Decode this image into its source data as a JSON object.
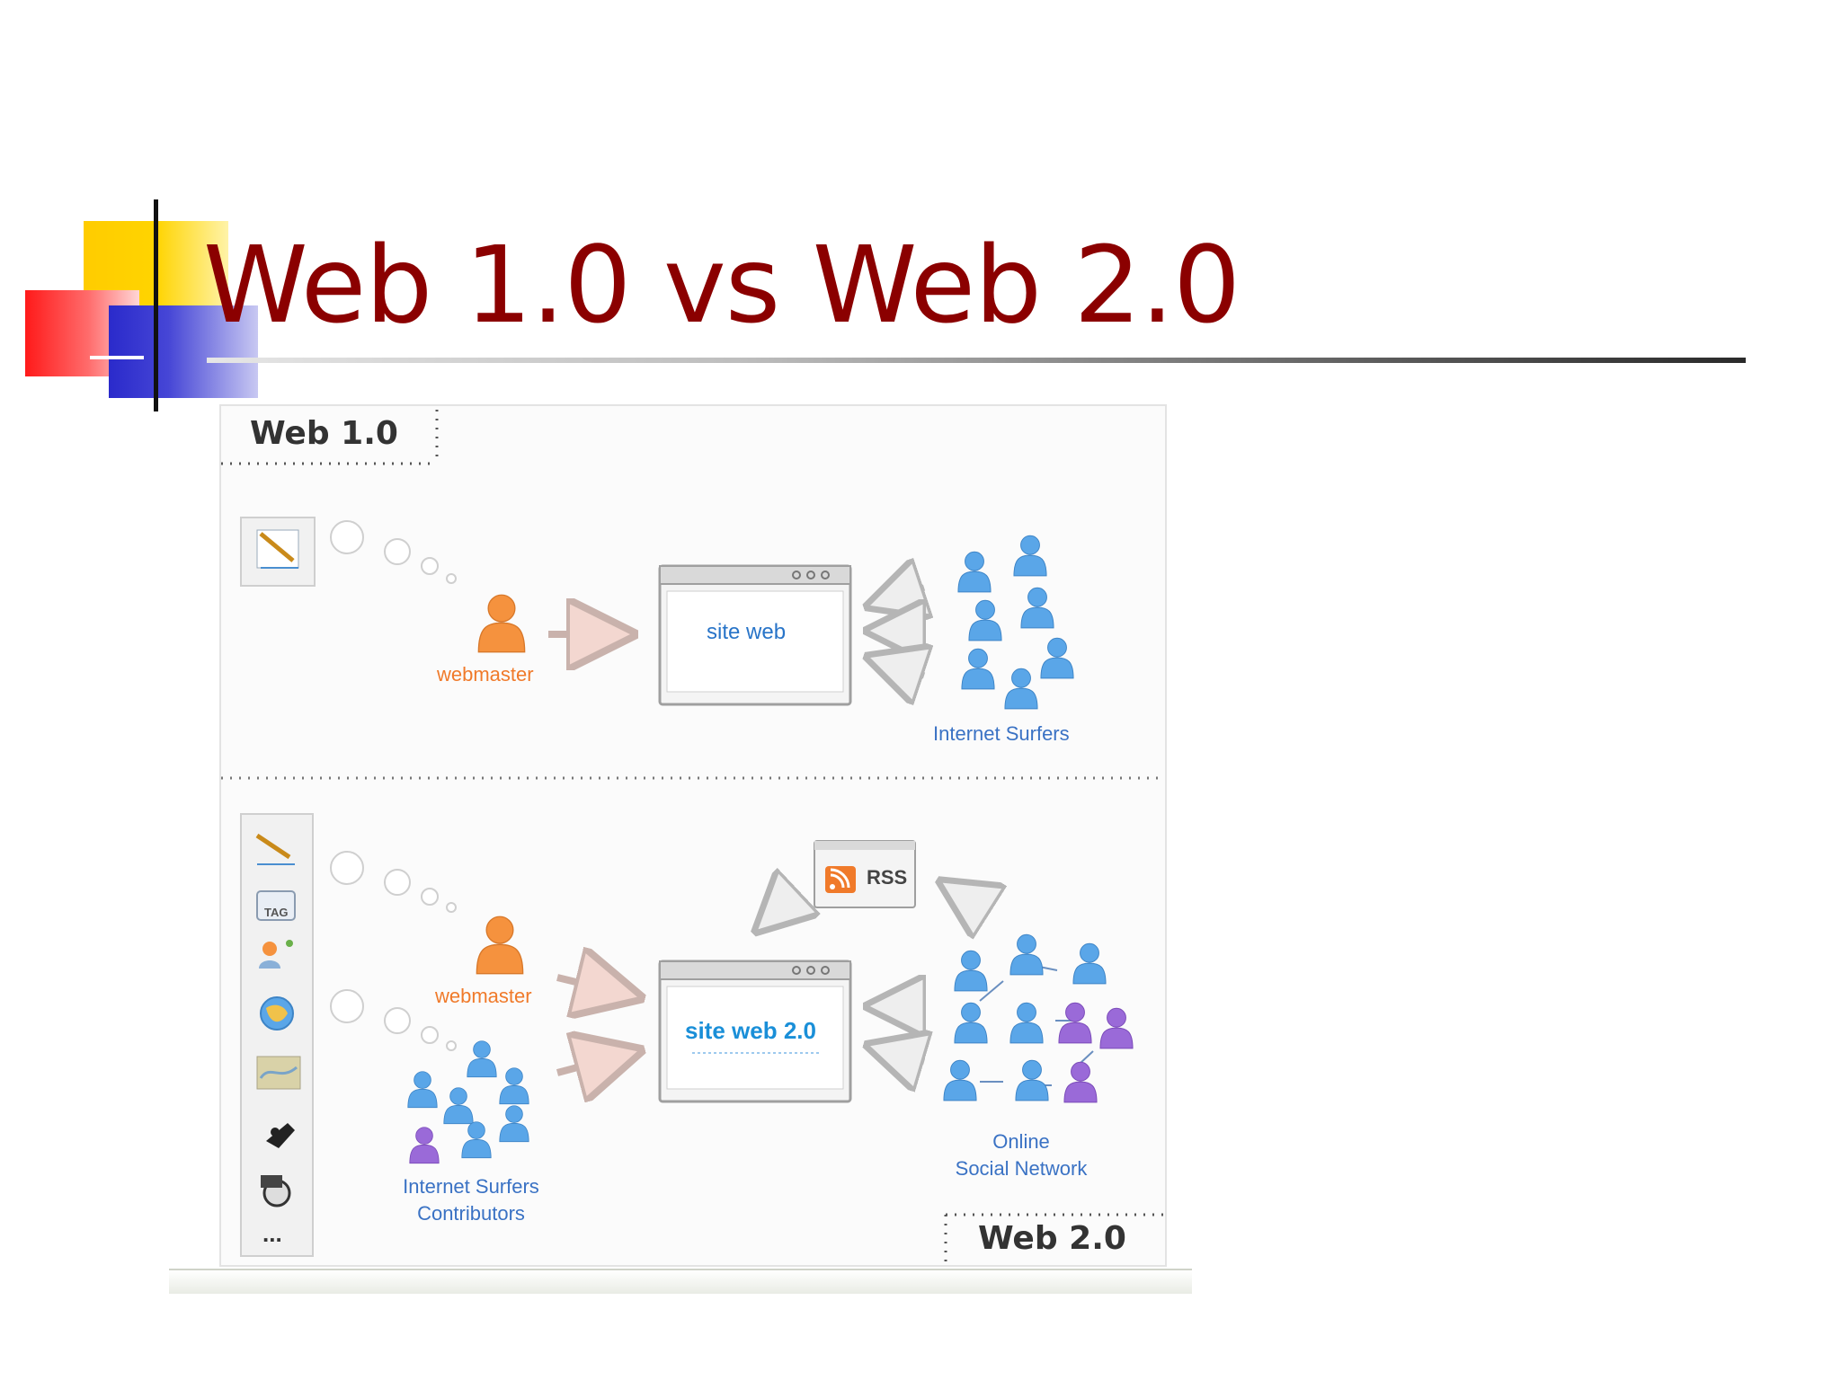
{
  "slide": {
    "title": "Web 1.0 vs Web 2.0"
  },
  "diagram": {
    "web1": {
      "label": "Web 1.0",
      "webmaster": "webmaster",
      "site": "site web",
      "surfers": "Internet Surfers"
    },
    "web2": {
      "label": "Web 2.0",
      "webmaster": "webmaster",
      "site": "site web 2.0",
      "rss": "RSS",
      "contributors_line1": "Internet Surfers",
      "contributors_line2": "Contributors",
      "network_line1": "Online",
      "network_line2": "Social Network",
      "sidebar_tag": "TAG",
      "sidebar_more": "..."
    },
    "colors": {
      "webmaster": "#f5923e",
      "surfer": "#5aa6e8",
      "social": "#9a6ad8"
    }
  }
}
